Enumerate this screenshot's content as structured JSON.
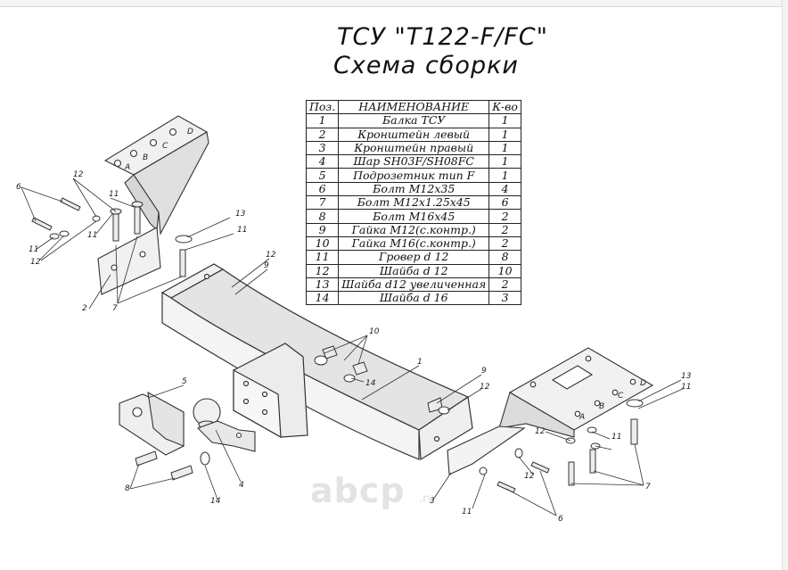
{
  "title": "ТСУ \"T122-F/FC\"",
  "subtitle": "Схема сборки",
  "table": {
    "headers": [
      "Поз.",
      "НАИМЕНОВАНИЕ",
      "К-во"
    ],
    "rows": [
      [
        "1",
        "Балка ТСУ",
        "1"
      ],
      [
        "2",
        "Кронштейн левый",
        "1"
      ],
      [
        "3",
        "Кронштейн правый",
        "1"
      ],
      [
        "4",
        "Шар SH03F/SH08FC",
        "1"
      ],
      [
        "5",
        "Подрозетник тип F",
        "1"
      ],
      [
        "6",
        "Болт М12х35",
        "4"
      ],
      [
        "7",
        "Болт М12х1.25х45",
        "6"
      ],
      [
        "8",
        "Болт М16х45",
        "2"
      ],
      [
        "9",
        "Гайка М12(с.контр.)",
        "2"
      ],
      [
        "10",
        "Гайка  М16(с.контр.)",
        "2"
      ],
      [
        "11",
        "Гровер d 12",
        "8"
      ],
      [
        "12",
        "Шайба d 12",
        "10"
      ],
      [
        "13",
        "Шайба d12 увеличенная",
        "2"
      ],
      [
        "14",
        "Шайба d 16",
        "3"
      ]
    ]
  },
  "callouts": {
    "left": [
      "6",
      "12",
      "11",
      "11",
      "11",
      "12",
      "13",
      "11",
      "2",
      "7",
      "12",
      "9"
    ],
    "middle": [
      "10",
      "14",
      "1",
      "9",
      "12",
      "5",
      "4",
      "8",
      "14",
      "3"
    ],
    "right": [
      "13",
      "11",
      "12",
      "11",
      "12",
      "7",
      "11",
      "6"
    ]
  },
  "bracket_holes": {
    "left": [
      "A",
      "B",
      "C",
      "D"
    ],
    "right": [
      "A",
      "B",
      "C",
      "D"
    ]
  },
  "watermark": {
    "brand": "abcp",
    "suffix": ".ru"
  },
  "colors": {
    "line": "#333333",
    "part_fill": "#f1f1f1",
    "shade": "#d9d9d9",
    "watermark": "#e3e3e3"
  }
}
